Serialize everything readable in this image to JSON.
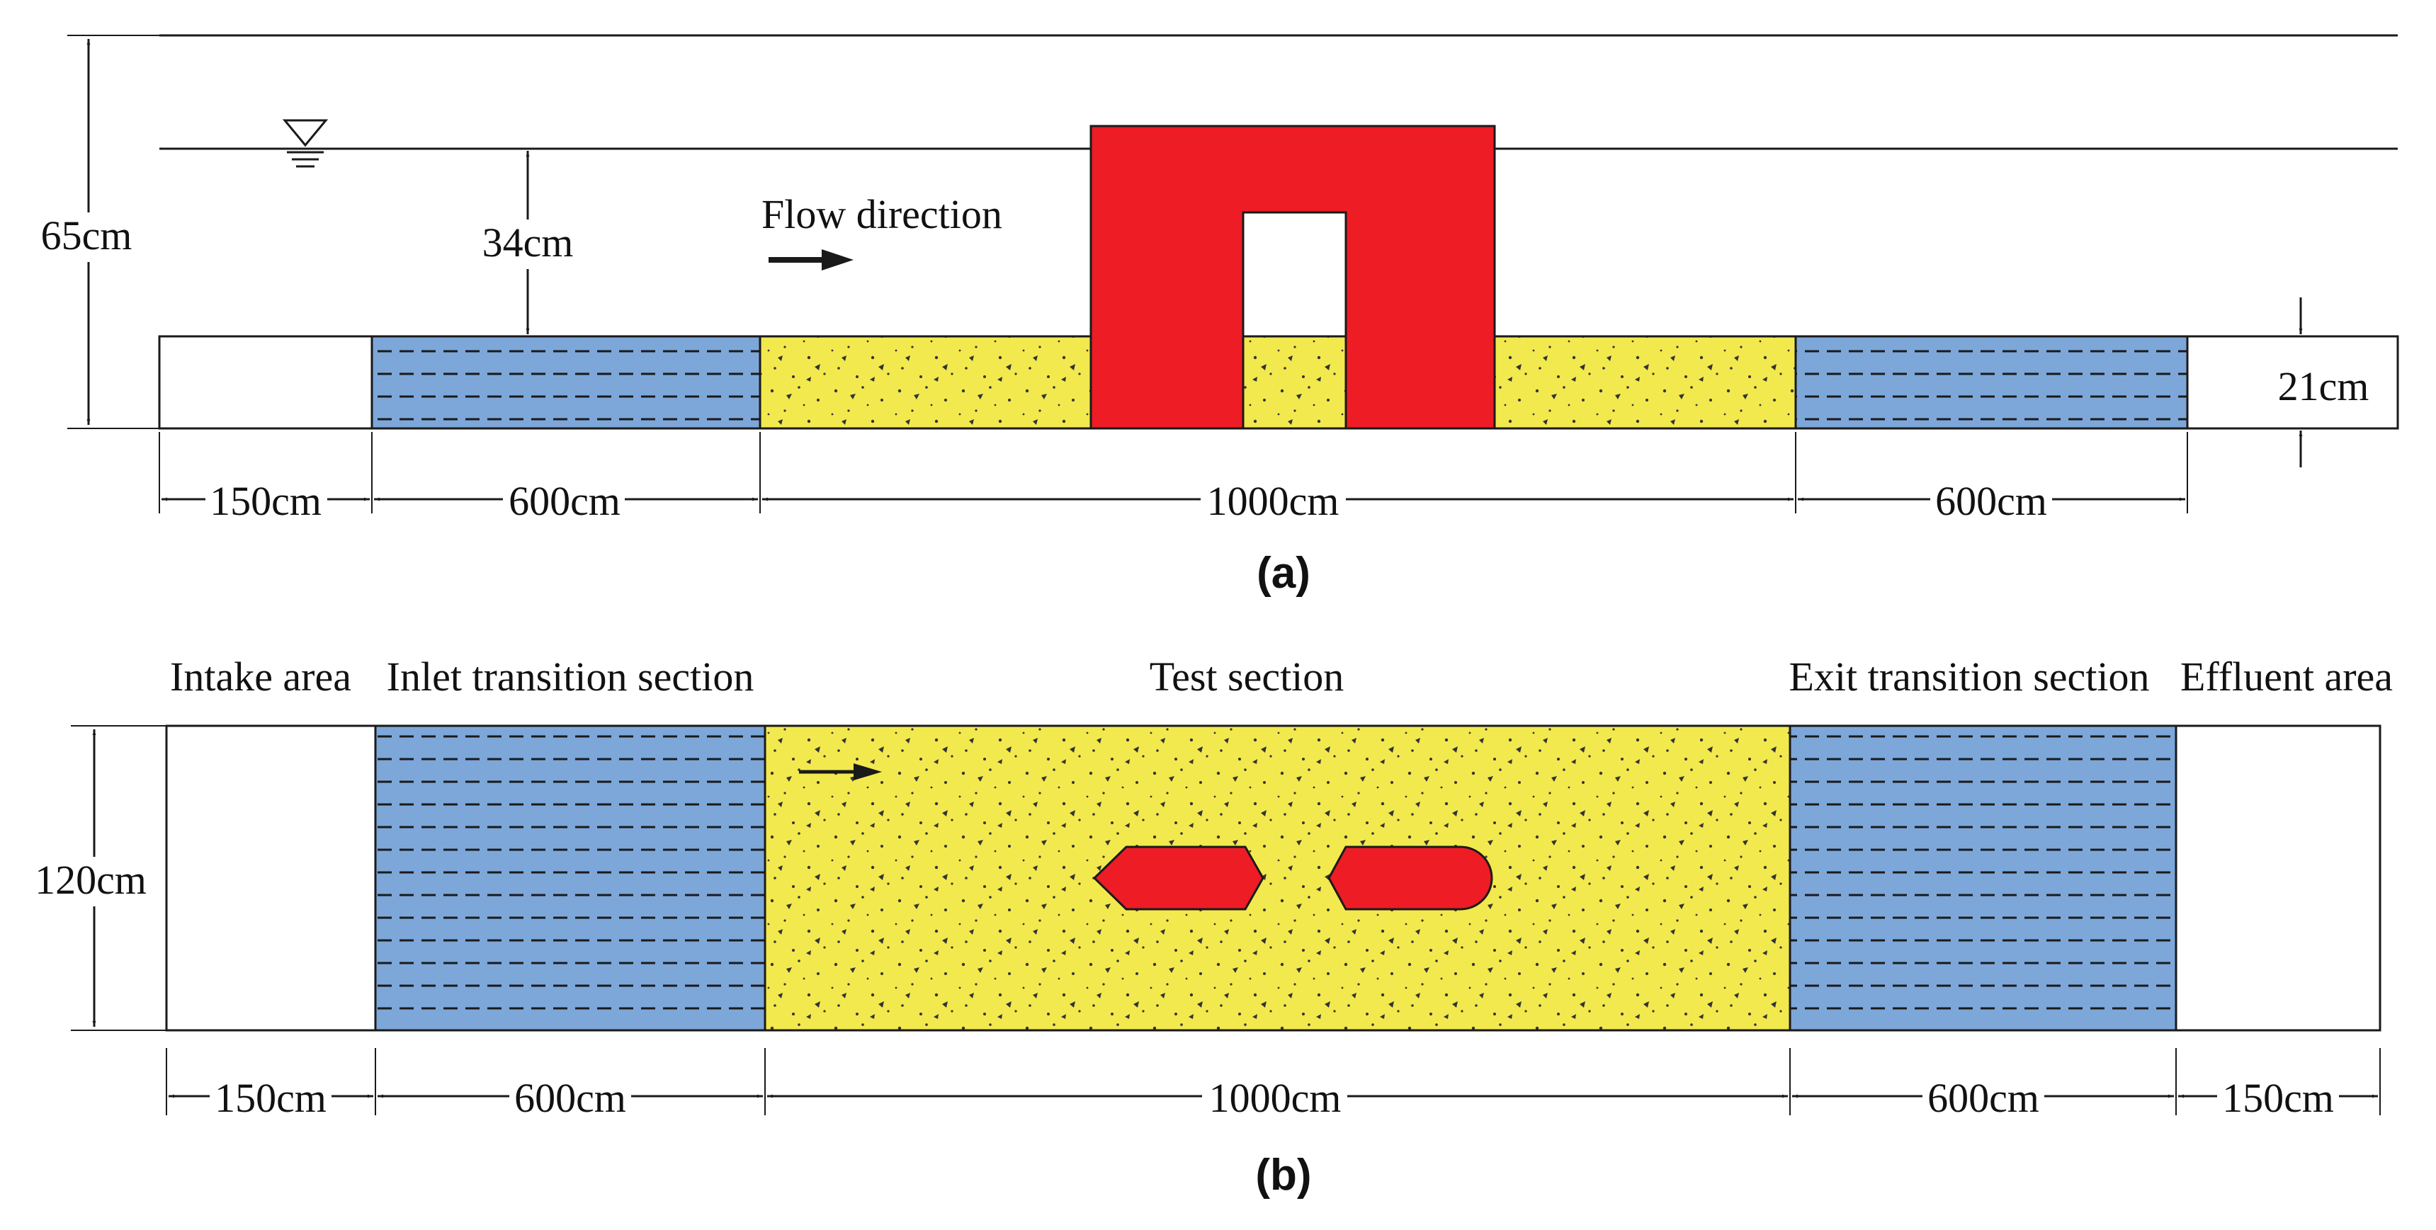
{
  "colors": {
    "water": "#7da7d9",
    "sediment": "#f2e94e",
    "pier": "#ee1c25",
    "line": "#1a1a1a"
  },
  "icons": {
    "water_level": "water-level-triangle-icon",
    "flow": "arrow-right-icon"
  },
  "panel_a": {
    "caption": "(a)",
    "flow_label": "Flow direction",
    "total_height": "65cm",
    "water_depth": "34cm",
    "sediment_depth": "21cm",
    "lengths": [
      "150cm",
      "600cm",
      "1000cm",
      "600cm"
    ]
  },
  "panel_b": {
    "caption": "(b)",
    "width": "120cm",
    "sections": [
      "Intake area",
      "Inlet transition section",
      "Test section",
      "Exit transition section",
      "Effluent area"
    ],
    "lengths": [
      "150cm",
      "600cm",
      "1000cm",
      "600cm",
      "150cm"
    ]
  }
}
